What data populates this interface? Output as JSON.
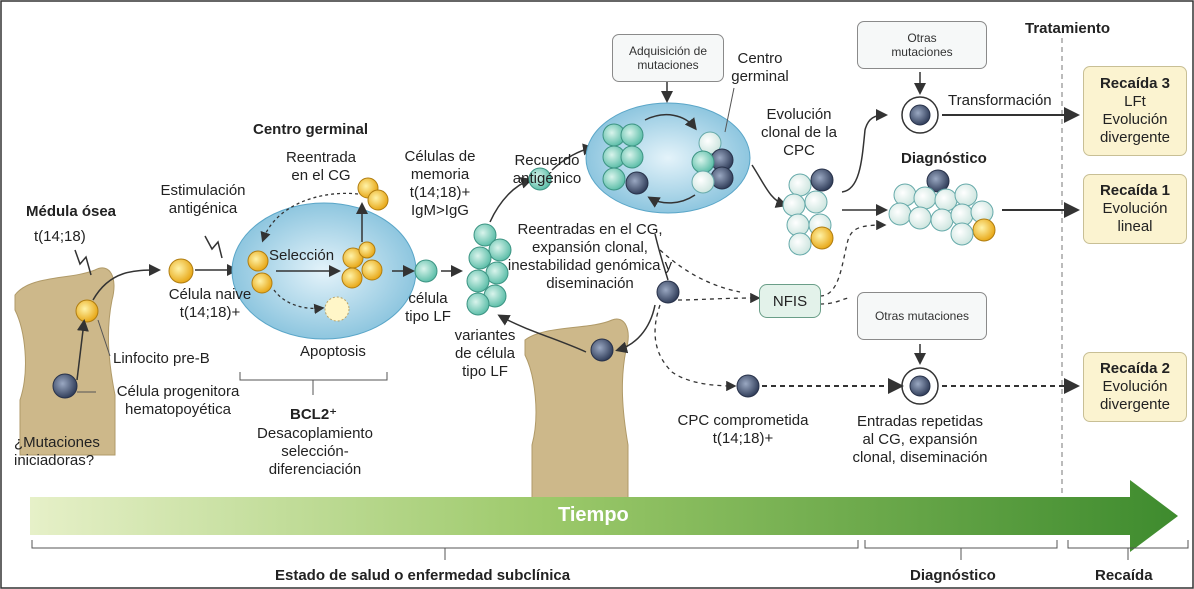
{
  "header": {
    "treatment": "Tratamiento"
  },
  "bone_marrow": {
    "title": "Médula ósea",
    "translocation": "t(14;18)",
    "pre_b": "Linfocito pre-B",
    "progenitor": "Célula progenitora hematopoyética",
    "initiating": "¿Mutaciones iniciadoras?"
  },
  "naive": {
    "stimulation": "Estimulación antigénica",
    "cell": "Célula naive t(14;18)+"
  },
  "germinal_center_1": {
    "title": "Centro germinal",
    "reentry": "Reentrada en el CG",
    "selection": "Selección",
    "apoptosis": "Apoptosis",
    "memory": "Células de memoria t(14;18)+ IgM>IgG",
    "bcl2": "BCL2⁺",
    "decoupling": "Desacoplamiento selección-diferenciación"
  },
  "lf": {
    "cell": "célula tipo LF",
    "variants": "variantes de célula tipo LF",
    "recall": "Recuerdo antigénico",
    "reentries": "Reentradas en el CG, expansión clonal, inestabilidad genómica y diseminación"
  },
  "germinal_center_2": {
    "acquisition": "Adquisición de mutaciones",
    "title": "Centro germinal"
  },
  "cpc": {
    "evolution": "Evolución clonal de la CPC",
    "diagnosis": "Diagnóstico",
    "committed": "CPC comprometida t(14;18)+",
    "nfis": "NFIS",
    "transformation": "Transformación",
    "other_mutations_top": "Otras mutaciones",
    "other_mutations_bottom": "Otras mutaciones",
    "repeated": "Entradas repetidas al CG, expansión clonal, diseminación"
  },
  "relapses": [
    {
      "title": "Recaída 3",
      "lines": [
        "LFt",
        "Evolución",
        "divergente"
      ]
    },
    {
      "title": "Recaída 1",
      "lines": [
        "Evolución",
        "lineal"
      ]
    },
    {
      "title": "Recaída 2",
      "lines": [
        "Evolución",
        "divergente"
      ]
    }
  ],
  "timeline": {
    "label": "Tiempo",
    "phase_subclinical": "Estado de salud o enfermedad subclínica",
    "phase_diagnosis": "Diagnóstico",
    "phase_relapse": "Recaída"
  },
  "colors": {
    "yellow_cell": "#f2c12e",
    "teal_cell": "#7fcfbf",
    "dark_cell": "#3f4d6b",
    "gc_blue": "#a9d7ea",
    "bone": "#cdb88a",
    "time_start": "#e6f0c8",
    "time_end": "#3e8b2e"
  }
}
